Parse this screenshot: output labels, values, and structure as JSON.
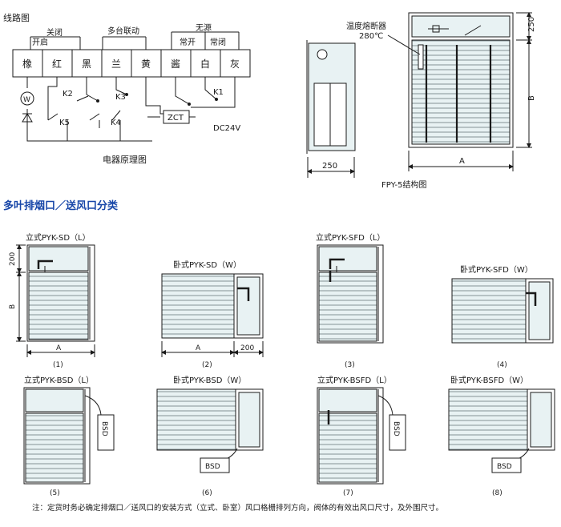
{
  "wiring": {
    "title": "线路图",
    "group_top_labels": [
      "关闭",
      "多台联动",
      "无源"
    ],
    "group_sub_labels": [
      "开启",
      "常开",
      "常闭"
    ],
    "terminals": [
      "橡",
      "红",
      "黑",
      "兰",
      "黄",
      "酱",
      "白",
      "灰"
    ],
    "relays": [
      "K2",
      "K3",
      "K1",
      "K5",
      "K4"
    ],
    "motor_label": "W",
    "zct_label": "ZCT",
    "supply_label": "DC24V",
    "caption": "电器原理图"
  },
  "fpy": {
    "fuse_label_1": "温度熔断器",
    "fuse_label_2": "280℃",
    "dim_250_side": "250",
    "dim_250_top": "250",
    "dim_B": "B",
    "dim_A": "A",
    "caption": "FPY-5结构图"
  },
  "section_title": "多叶排烟口／送风口分类",
  "variants": [
    {
      "label": "立式PYK-SD（L）",
      "num": "(1)"
    },
    {
      "label": "卧式PYK-SD（W）",
      "num": "(2)"
    },
    {
      "label": "立式PYK-SFD（L）",
      "num": "(3)"
    },
    {
      "label": "卧式PYK-SFD（W）",
      "num": "(4)"
    },
    {
      "label": "立式PYK-BSD（L）",
      "num": "(5)"
    },
    {
      "label": "卧式PYK-BSD（W）",
      "num": "(6)"
    },
    {
      "label": "立式PYK-BSFD（L）",
      "num": "(7)"
    },
    {
      "label": "卧式PYK-BSFD（W）",
      "num": "(8)"
    }
  ],
  "dims": {
    "v1_200": "200",
    "v1_B": "B",
    "v1_A": "A",
    "v2_A": "A",
    "v2_200": "200"
  },
  "bsd_label": "BSD",
  "note": "注：定货时务必确定排烟口／送风口的安装方式（立式、卧室）风口格栅排列方向，阀体的有效出风口尺寸，及外围尺寸。",
  "colors": {
    "line": "#1a1a1a",
    "panel": "#e8f2f3",
    "accent": "#1746a8"
  }
}
